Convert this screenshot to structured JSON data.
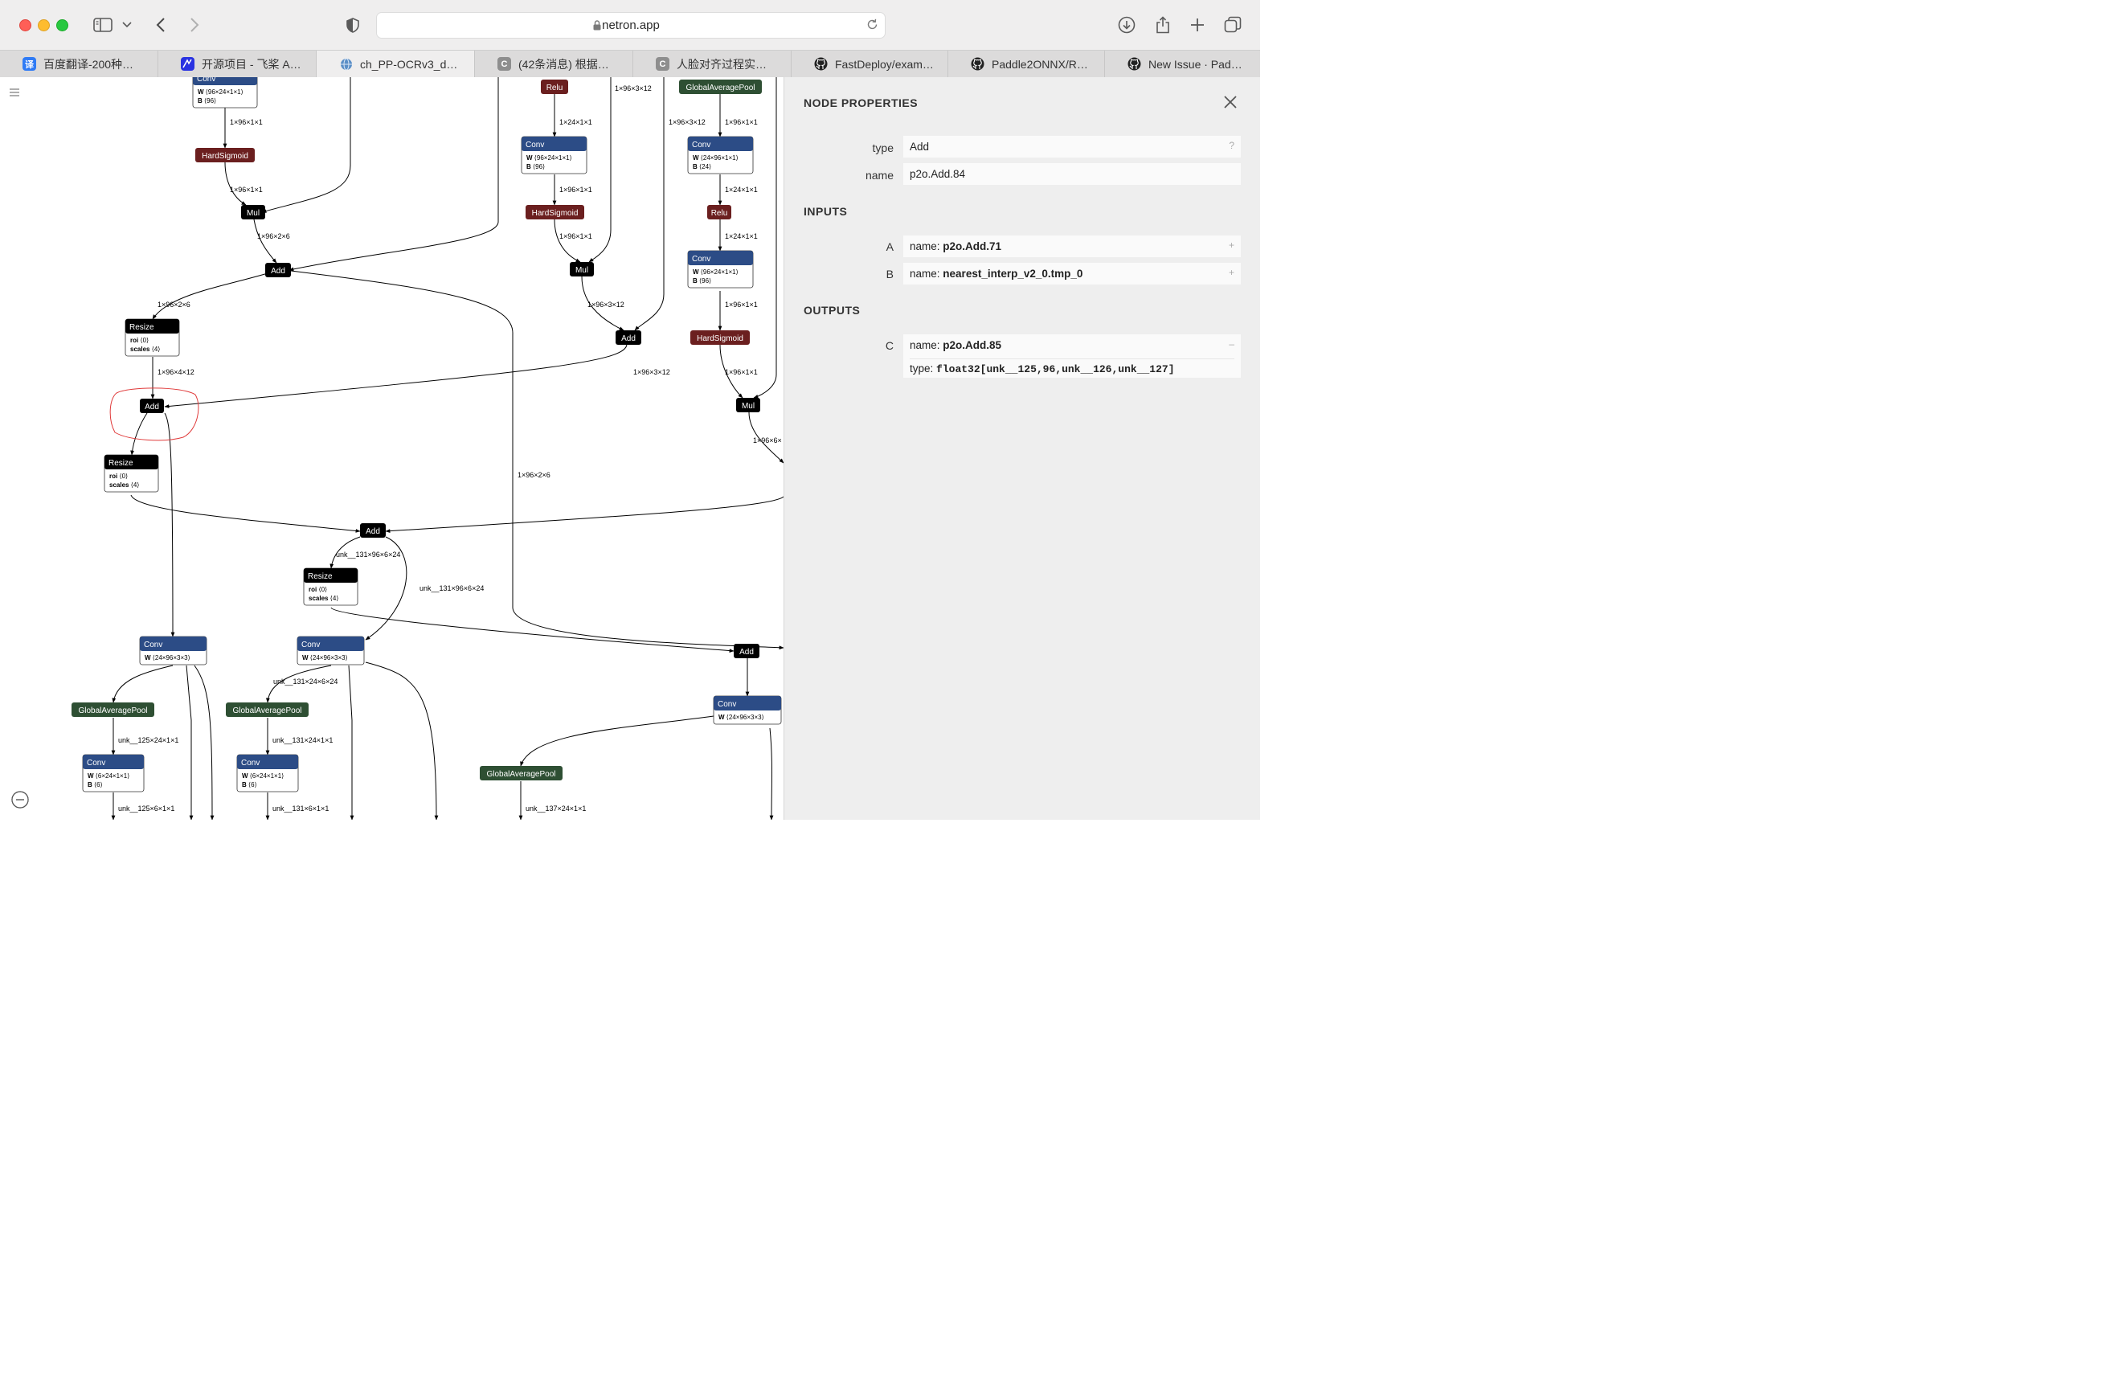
{
  "browser": {
    "url": "netron.app",
    "tabs": [
      {
        "label": "百度翻译-200种…",
        "icon": "baidu-translate-icon",
        "icon_text": "译",
        "color": "#2f7bf5"
      },
      {
        "label": "开源项目 - 飞桨 A…",
        "icon": "paddle-icon",
        "icon_text": "",
        "color": "#2932e1"
      },
      {
        "label": "ch_PP-OCRv3_d…",
        "icon": "globe-icon",
        "icon_text": "",
        "color": "#5b8fc7"
      },
      {
        "label": "(42条消息) 根据…",
        "icon": "csdn-icon",
        "icon_text": "C",
        "color": "#8e8e8e"
      },
      {
        "label": "人脸对齐过程实…",
        "icon": "csdn-icon",
        "icon_text": "C",
        "color": "#8e8e8e"
      },
      {
        "label": "FastDeploy/exam…",
        "icon": "github-icon",
        "icon_text": "",
        "color": "#222"
      },
      {
        "label": "Paddle2ONNX/R…",
        "icon": "github-icon",
        "icon_text": "",
        "color": "#222"
      },
      {
        "label": "New Issue · Pad…",
        "icon": "github-icon",
        "icon_text": "",
        "color": "#222"
      }
    ]
  },
  "panel": {
    "title": "NODE PROPERTIES",
    "type_label": "type",
    "type_value": "Add",
    "type_hint": "?",
    "name_label": "name",
    "name_value": "p2o.Add.84",
    "inputs_title": "INPUTS",
    "input_a_label": "A",
    "input_a_prefix": "name:",
    "input_a_value": "p2o.Add.71",
    "input_b_label": "B",
    "input_b_prefix": "name:",
    "input_b_value": "nearest_interp_v2_0.tmp_0",
    "expand_symbol": "+",
    "outputs_title": "OUTPUTS",
    "output_c_label": "C",
    "output_c_prefix": "name:",
    "output_c_value": "p2o.Add.85",
    "collapse_symbol": "–",
    "output_c_type_prefix": "type:",
    "output_c_type": "float32[unk__125,96,unk__126,unk__127]"
  },
  "graph": {
    "colors": {
      "conv": "#2c4c86",
      "activation": "#6b1f1f",
      "pool": "#2e4f33",
      "op": "#000000",
      "highlight": "#e03a3a"
    },
    "nodes": [
      {
        "id": "conv_top_left",
        "title": "Conv",
        "kind": "conv",
        "attrs": [
          [
            "W",
            "⟨96×24×1×1⟩"
          ],
          [
            "B",
            "⟨96⟩"
          ]
        ]
      },
      {
        "id": "hardsigmoid_1",
        "title": "HardSigmoid",
        "kind": "activation"
      },
      {
        "id": "mul_1",
        "title": "Mul",
        "kind": "op"
      },
      {
        "id": "add_1",
        "title": "Add",
        "kind": "op"
      },
      {
        "id": "resize_1",
        "title": "Resize",
        "kind": "op",
        "attrs": [
          [
            "roi",
            "⟨0⟩"
          ],
          [
            "scales",
            "⟨4⟩"
          ]
        ]
      },
      {
        "id": "add_selected",
        "title": "Add",
        "kind": "op"
      },
      {
        "id": "resize_2",
        "title": "Resize",
        "kind": "op",
        "attrs": [
          [
            "roi",
            "⟨0⟩"
          ],
          [
            "scales",
            "⟨4⟩"
          ]
        ]
      },
      {
        "id": "add_3",
        "title": "Add",
        "kind": "op"
      },
      {
        "id": "resize_3",
        "title": "Resize",
        "kind": "op",
        "attrs": [
          [
            "roi",
            "⟨0⟩"
          ],
          [
            "scales",
            "⟨4⟩"
          ]
        ]
      },
      {
        "id": "relu_1",
        "title": "Relu",
        "kind": "activation"
      },
      {
        "id": "conv_mid",
        "title": "Conv",
        "kind": "conv",
        "attrs": [
          [
            "W",
            "⟨96×24×1×1⟩"
          ],
          [
            "B",
            "⟨96⟩"
          ]
        ]
      },
      {
        "id": "hardsigmoid_2",
        "title": "HardSigmoid",
        "kind": "activation"
      },
      {
        "id": "mul_2",
        "title": "Mul",
        "kind": "op"
      },
      {
        "id": "add_2",
        "title": "Add",
        "kind": "op"
      },
      {
        "id": "gap_top",
        "title": "GlobalAveragePool",
        "kind": "pool"
      },
      {
        "id": "conv_right_1",
        "title": "Conv",
        "kind": "conv",
        "attrs": [
          [
            "W",
            "⟨24×96×1×1⟩"
          ],
          [
            "B",
            "⟨24⟩"
          ]
        ]
      },
      {
        "id": "relu_2",
        "title": "Relu",
        "kind": "activation"
      },
      {
        "id": "conv_right_2",
        "title": "Conv",
        "kind": "conv",
        "attrs": [
          [
            "W",
            "⟨96×24×1×1⟩"
          ],
          [
            "B",
            "⟨96⟩"
          ]
        ]
      },
      {
        "id": "hardsigmoid_3",
        "title": "HardSigmoid",
        "kind": "activation"
      },
      {
        "id": "mul_3",
        "title": "Mul",
        "kind": "op"
      },
      {
        "id": "add_4",
        "title": "Add",
        "kind": "op"
      },
      {
        "id": "conv_b1",
        "title": "Conv",
        "kind": "conv",
        "attrs": [
          [
            "W",
            "⟨24×96×3×3⟩"
          ]
        ]
      },
      {
        "id": "conv_b2",
        "title": "Conv",
        "kind": "conv",
        "attrs": [
          [
            "W",
            "⟨24×96×3×3⟩"
          ]
        ]
      },
      {
        "id": "conv_b3",
        "title": "Conv",
        "kind": "conv",
        "attrs": [
          [
            "W",
            "⟨24×96×3×3⟩"
          ]
        ]
      },
      {
        "id": "gap_b1",
        "title": "GlobalAveragePool",
        "kind": "pool"
      },
      {
        "id": "gap_b2",
        "title": "GlobalAveragePool",
        "kind": "pool"
      },
      {
        "id": "gap_b3",
        "title": "GlobalAveragePool",
        "kind": "pool"
      },
      {
        "id": "conv_c1",
        "title": "Conv",
        "kind": "conv",
        "attrs": [
          [
            "W",
            "⟨6×24×1×1⟩"
          ],
          [
            "B",
            "⟨6⟩"
          ]
        ]
      },
      {
        "id": "conv_c2",
        "title": "Conv",
        "kind": "conv",
        "attrs": [
          [
            "W",
            "⟨6×24×1×1⟩"
          ],
          [
            "B",
            "⟨6⟩"
          ]
        ]
      }
    ],
    "edge_labels": [
      "1×96×1×1",
      "1×96×1×1",
      "1×96×2×6",
      "1×96×2×6",
      "1×96×4×12",
      "1×96×2×6",
      "unk__131×96×6×24",
      "unk__131×96×6×24",
      "unk__131×24×6×24",
      "unk__125×24×1×1",
      "unk__131×24×1×1",
      "unk__125×6×1×1",
      "unk__131×6×1×1",
      "unk__137×24×1×1",
      "1×24×1×1",
      "1×96×1×1",
      "1×96×1×1",
      "1×96×3×12",
      "1×96×3×12",
      "1×96×3×12",
      "1×96×3×12",
      "1×96×1×1",
      "1×24×1×1",
      "1×24×1×1",
      "1×96×1×1",
      "1×96×1×1",
      "1×96×6×"
    ]
  }
}
